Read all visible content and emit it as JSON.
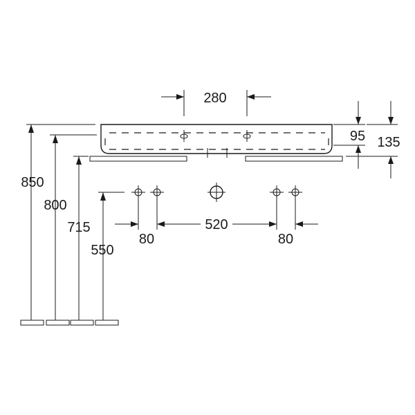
{
  "dimensions": {
    "tap_hole_spacing": "280",
    "basin_height_inner": "95",
    "basin_height_total": "135",
    "height_850": "850",
    "height_800": "800",
    "height_715": "715",
    "height_550": "550",
    "left_offset": "80",
    "center_spacing": "520",
    "right_offset": "80"
  }
}
